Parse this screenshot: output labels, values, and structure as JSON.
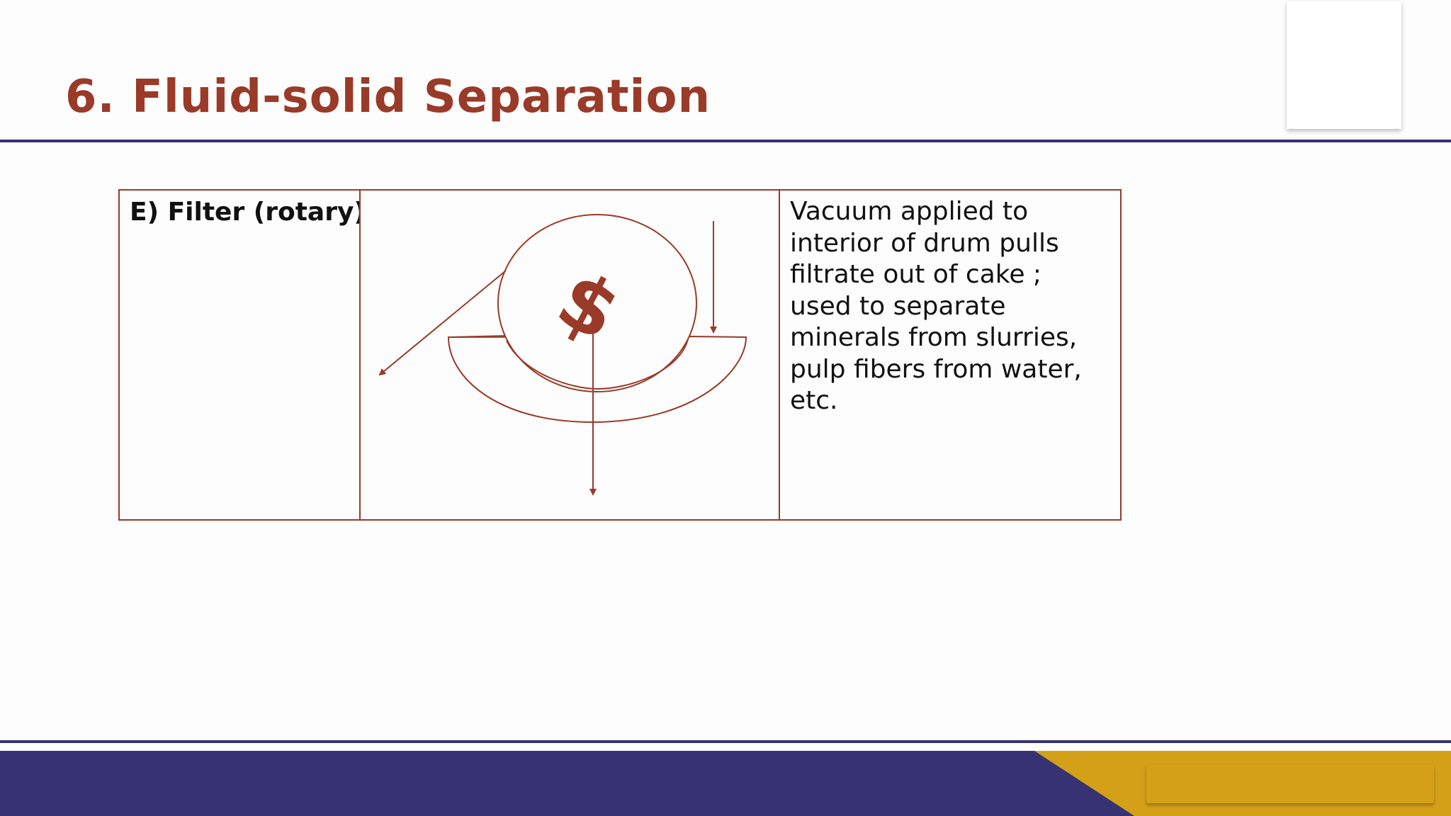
{
  "slide": {
    "title": "6. Fluid-solid Separation",
    "title_color": "#9a3a28"
  },
  "table": {
    "label": "E) Filter (rotary)",
    "description": "Vacuum applied to interior of drum pulls filtrate out of cake ; used to separate minerals from slurries, pulp fibers from water, etc."
  },
  "colors": {
    "accent": "#9a3a28",
    "navy": "#363274",
    "gold": "#d4a017",
    "text": "#111111"
  },
  "diagram": {
    "symbol": "$",
    "icons": [
      "rotating-drum-icon",
      "slurry-trough-icon",
      "dollar-sign-icon"
    ]
  }
}
